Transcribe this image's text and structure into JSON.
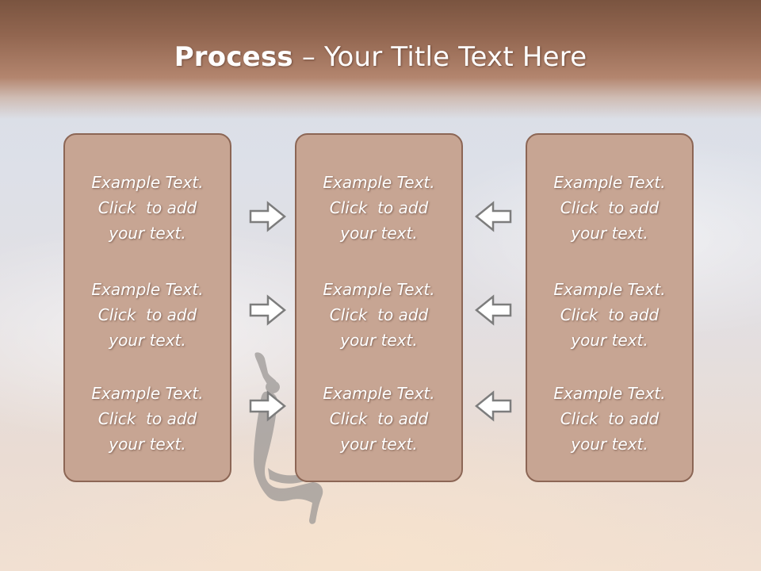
{
  "slide": {
    "title_bold": "Process",
    "title_rest": " – Your Title Text Here"
  },
  "panels": [
    {
      "items": [
        {
          "line1": "Example Text.",
          "line2": "Click  to add",
          "line3": "your text."
        },
        {
          "line1": "Example Text.",
          "line2": "Click  to add",
          "line3": "your text."
        },
        {
          "line1": "Example Text.",
          "line2": "Click  to add",
          "line3": "your text."
        }
      ]
    },
    {
      "items": [
        {
          "line1": "Example Text.",
          "line2": "Click  to add",
          "line3": "your text."
        },
        {
          "line1": "Example Text.",
          "line2": "Click  to add",
          "line3": "your text."
        },
        {
          "line1": "Example Text.",
          "line2": "Click  to add",
          "line3": "your text."
        }
      ]
    },
    {
      "items": [
        {
          "line1": "Example Text.",
          "line2": "Click  to add",
          "line3": "your text."
        },
        {
          "line1": "Example Text.",
          "line2": "Click  to add",
          "line3": "your text."
        },
        {
          "line1": "Example Text.",
          "line2": "Click  to add",
          "line3": "your text."
        }
      ]
    }
  ],
  "icons": {
    "right_arrow": "arrow-right-icon",
    "left_arrow": "arrow-left-icon"
  },
  "colors": {
    "header": "#8a5e48",
    "panel_fill": "#c7a593",
    "panel_border": "#8c6655",
    "text": "#ffffff",
    "arrow_stroke": "#7d7d7d"
  }
}
